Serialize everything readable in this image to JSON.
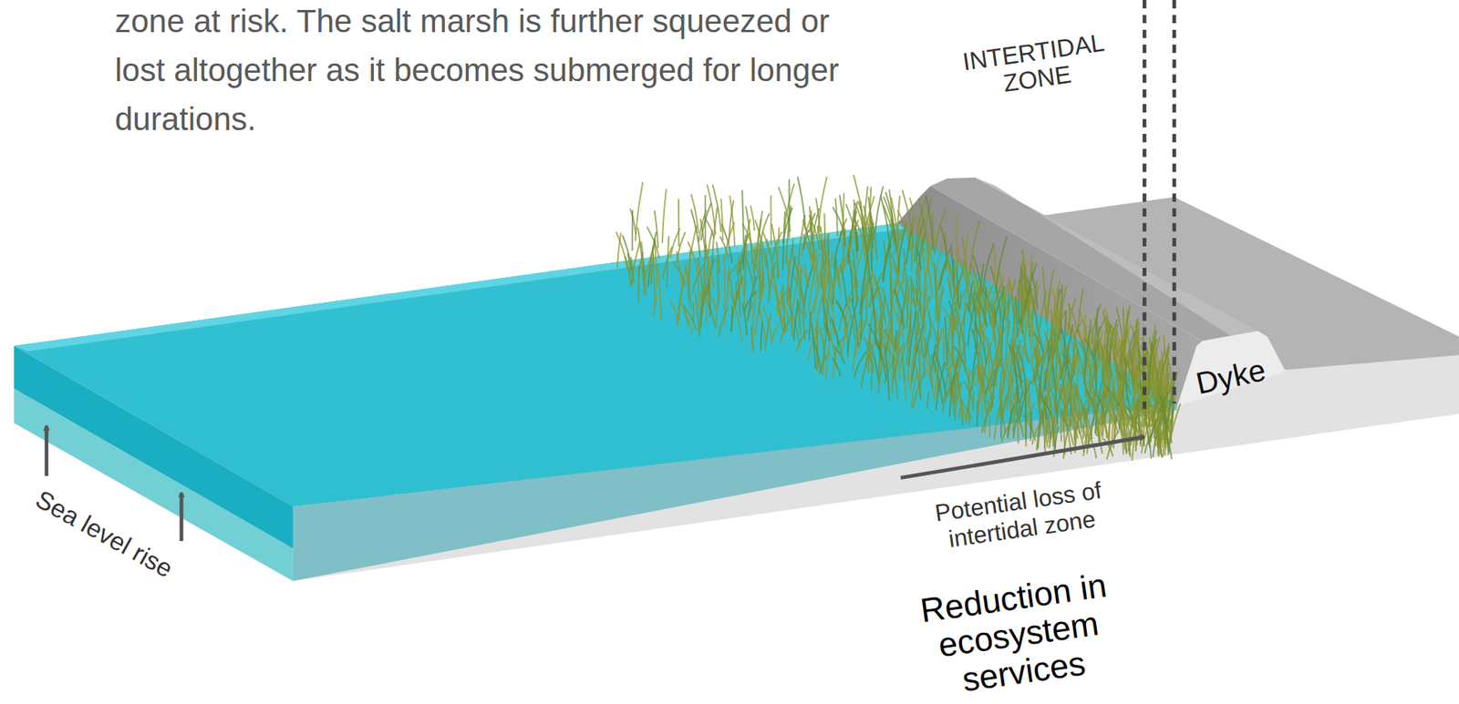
{
  "diagram": {
    "labels": [
      "zone at risk. The salt marsh is further squeezed or lost altogether as it becomes submerged for longer durations.",
      "INTERTIDAL ZONE",
      "Dyke",
      "Sea level rise",
      "Potential loss of intertidal zone",
      "Reduction in ecosystem services"
    ]
  }
}
